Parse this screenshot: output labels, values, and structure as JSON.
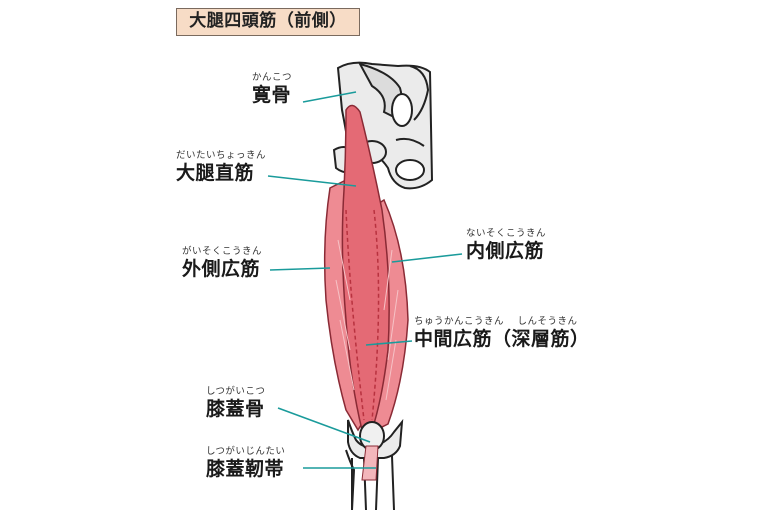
{
  "title": "大腿四頭筋（前側）",
  "labels": {
    "ilium": {
      "ruby": "かんこつ",
      "text": "寛骨"
    },
    "rectus_femoris": {
      "ruby": "だいたいちょっきん",
      "text": "大腿直筋"
    },
    "vastus_lateralis": {
      "ruby": "がいそくこうきん",
      "text": "外側広筋"
    },
    "vastus_medialis": {
      "ruby": "ないそくこうきん",
      "text": "内側広筋"
    },
    "vastus_intermedius": {
      "ruby1": "ちゅうかんこうきん",
      "ruby2": "しんそうきん",
      "text": "中間広筋（深層筋）"
    },
    "patella": {
      "ruby": "しつがいこつ",
      "text": "膝蓋骨"
    },
    "patellar_ligament": {
      "ruby": "しつがいじんたい",
      "text": "膝蓋靭帯"
    }
  },
  "colors": {
    "leader": "#1a9b9b",
    "muscle": "#e46a75",
    "muscle_light": "#f3b6bb",
    "bone": "#e8e8e8"
  }
}
